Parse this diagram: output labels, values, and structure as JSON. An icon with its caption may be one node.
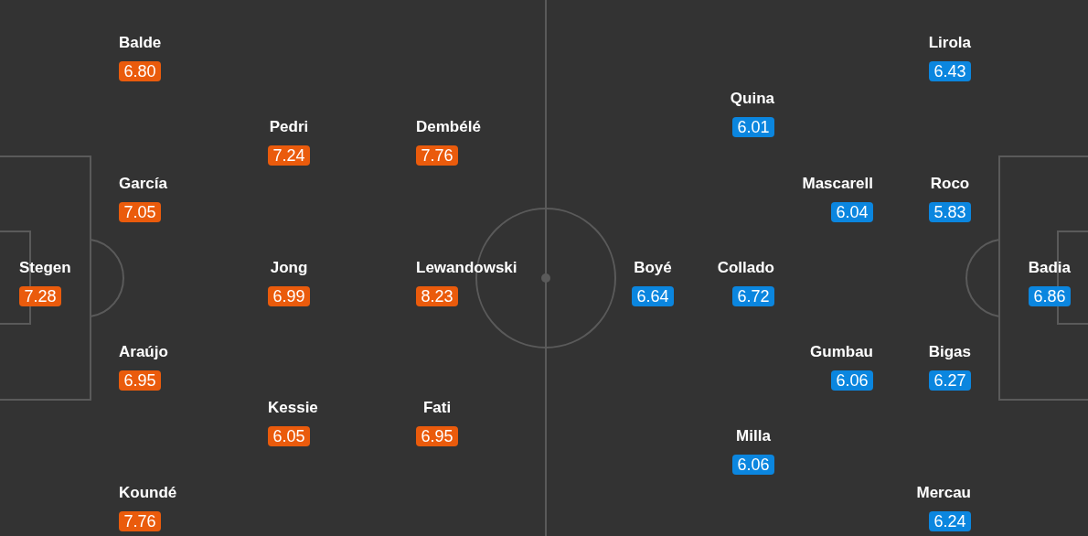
{
  "diagram": {
    "nodes": [
      {
        "text": [
          "Stegen",
          "7.28"
        ]
      },
      {
        "text": [
          "Balde",
          "6.80"
        ]
      },
      {
        "text": [
          "García",
          "7.05"
        ]
      },
      {
        "text": [
          "Araújo",
          "6.95"
        ]
      },
      {
        "text": [
          "Koundé",
          "7.76"
        ]
      },
      {
        "text": [
          "Pedri",
          "7.24"
        ]
      },
      {
        "text": [
          "Jong",
          "6.99"
        ]
      },
      {
        "text": [
          "Kessie",
          "6.05"
        ]
      },
      {
        "text": [
          "Dembélé",
          "7.76"
        ]
      },
      {
        "text": [
          "Lewandowski",
          "8.23"
        ]
      },
      {
        "text": [
          "Fati",
          "6.95"
        ]
      },
      {
        "text": [
          "Boyé",
          "6.64"
        ]
      },
      {
        "text": [
          "Quina",
          "6.01"
        ]
      },
      {
        "text": [
          "Collado",
          "6.72"
        ]
      },
      {
        "text": [
          "Milla",
          "6.06"
        ]
      },
      {
        "text": [
          "Mascarell",
          "6.04"
        ]
      },
      {
        "text": [
          "Gumbau",
          "6.06"
        ]
      },
      {
        "text": [
          "Lirola",
          "6.43"
        ]
      },
      {
        "text": [
          "Roco",
          "5.83"
        ]
      },
      {
        "text": [
          "Bigas",
          "6.27"
        ]
      },
      {
        "text": [
          "Mercau",
          "6.24"
        ]
      },
      {
        "text": [
          "Badia",
          "6.86"
        ]
      }
    ]
  }
}
